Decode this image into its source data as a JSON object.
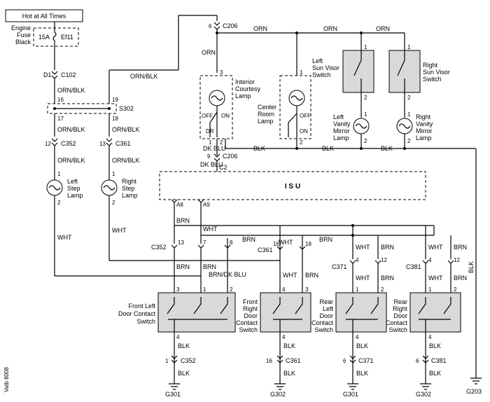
{
  "power": {
    "header": "Hot at All Times",
    "fuse_source": [
      "Engine",
      "Fuse",
      "Black"
    ],
    "fuse_rating": "15A",
    "fuse_id": "Ef11"
  },
  "connectors": {
    "d1": "D1",
    "c102": "C102",
    "s302": "S302",
    "c352": "C352",
    "c361": "C361",
    "c206": "C206",
    "c2": "C2",
    "c371": "C371",
    "c381": "C381",
    "c352b": "C352",
    "c361b": "C361",
    "c371b": "C371",
    "c381b": "C381"
  },
  "wires": {
    "orn": "ORN",
    "orn_blk": "ORN/BLK",
    "wht": "WHT",
    "brn": "BRN",
    "blk": "BLK",
    "dk_blu": "DK BLU",
    "brn_dk_blu": "BRN/DK BLU"
  },
  "components": {
    "isu": "I S U",
    "interior_lamp": [
      "Interior",
      "Courtesy",
      "Lamp"
    ],
    "center_lamp": [
      "Center",
      "Room",
      "Lamp"
    ],
    "left_sun_visor": [
      "Left",
      "Sun Visor",
      "Switch"
    ],
    "right_sun_visor": [
      "Right",
      "Sun Visor",
      "Switch"
    ],
    "left_vanity": [
      "Left",
      "Vanity",
      "Mirror",
      "Lamp"
    ],
    "right_vanity": [
      "Right",
      "Vanity",
      "Mirror",
      "Lamp"
    ],
    "left_step": [
      "Left",
      "Step",
      "Lamp"
    ],
    "right_step": [
      "Right",
      "Step",
      "Lamp"
    ],
    "front_left_switch": [
      "Front Left",
      "Door Contact",
      "Switch"
    ],
    "front_right_switch": [
      "Front",
      "Right",
      "Door",
      "Contact",
      "Switch"
    ],
    "rear_left_switch": [
      "Rear",
      "Left",
      "Door",
      "Contact",
      "Switch"
    ],
    "rear_right_switch": [
      "Rear",
      "Right",
      "Door",
      "Contact",
      "Switch"
    ]
  },
  "switch_labels": {
    "off": "OFF",
    "on": "ON",
    "dr": "DR"
  },
  "grounds": [
    "G301",
    "G302",
    "G301",
    "G302",
    "G203"
  ],
  "pins": {
    "p1": "1",
    "p2": "2",
    "p3": "3",
    "p4": "4",
    "p6": "6",
    "p7": "7",
    "p8": "8",
    "p9": "9",
    "p12": "12",
    "p13": "13",
    "p16": "16",
    "p17": "17",
    "p18": "18",
    "p19": "19",
    "a8": "A8",
    "a9": "A9"
  },
  "footer_code": "Vatb 8008"
}
